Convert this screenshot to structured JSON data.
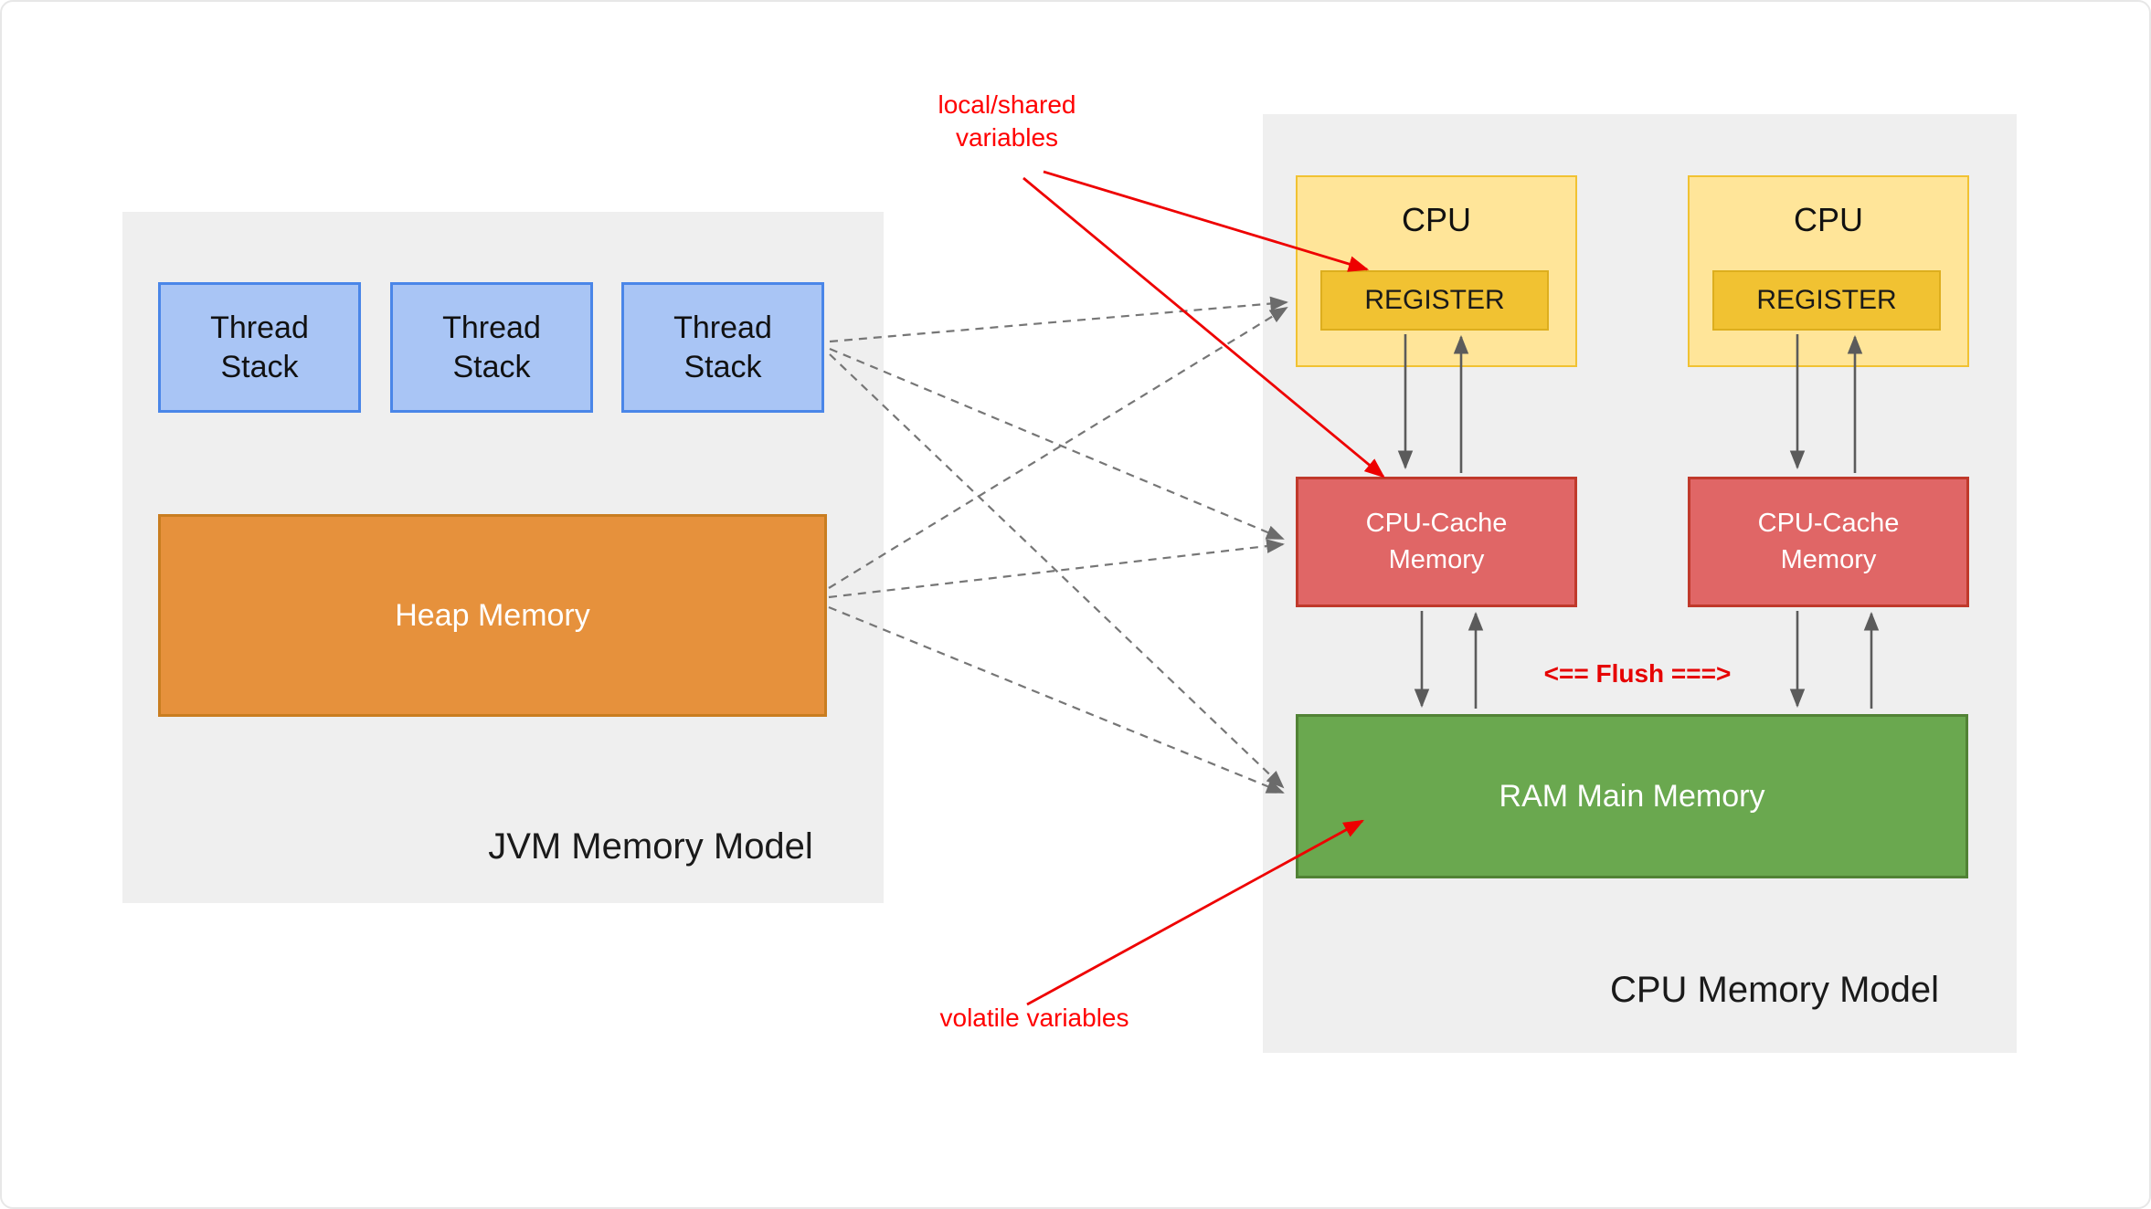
{
  "jvm": {
    "title": "JVM Memory Model",
    "thread_stacks": [
      "Thread Stack",
      "Thread Stack",
      "Thread Stack"
    ],
    "heap_label": "Heap Memory"
  },
  "cpu": {
    "title": "CPU Memory Model",
    "units": [
      {
        "label": "CPU",
        "register": "REGISTER",
        "cache": "CPU-Cache Memory"
      },
      {
        "label": "CPU",
        "register": "REGISTER",
        "cache": "CPU-Cache Memory"
      }
    ],
    "ram": "RAM Main Memory",
    "flush": "<== Flush ===>"
  },
  "annotations": {
    "local_shared": "local/shared variables",
    "volatile": "volatile variables"
  },
  "colors": {
    "panel": "#efefef",
    "thread_stack": "#a9c5f5",
    "heap": "#e6913c",
    "cpu_unit": "#ffe599",
    "register": "#f1c232",
    "cache": "#e06666",
    "ram": "#6aa84f",
    "annotation": "#ff0000"
  }
}
